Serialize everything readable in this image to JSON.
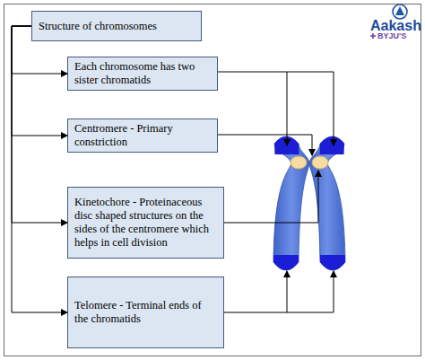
{
  "diagram": {
    "nodes": [
      {
        "text": [
          "Structure of chromosomes"
        ]
      },
      {
        "text": [
          "Each chromosome has two sister chromatids"
        ]
      },
      {
        "text": [
          "Centromere - Primary constriction"
        ]
      },
      {
        "text": [
          "Kinetochore - Proteinaceous disc shaped structures on the sides of the centromere which helps in cell division"
        ]
      },
      {
        "text": [
          "Telomere - Terminal ends of the chromatids"
        ]
      }
    ],
    "edges": [
      {
        "from": 0,
        "to": 1,
        "arrow": "to"
      },
      {
        "from": 0,
        "to": 2,
        "arrow": "to"
      },
      {
        "from": 0,
        "to": 3,
        "arrow": "to"
      },
      {
        "from": 0,
        "to": 4,
        "arrow": "to"
      }
    ],
    "labels": [
      "Aakash",
      "BYJU'S"
    ]
  }
}
